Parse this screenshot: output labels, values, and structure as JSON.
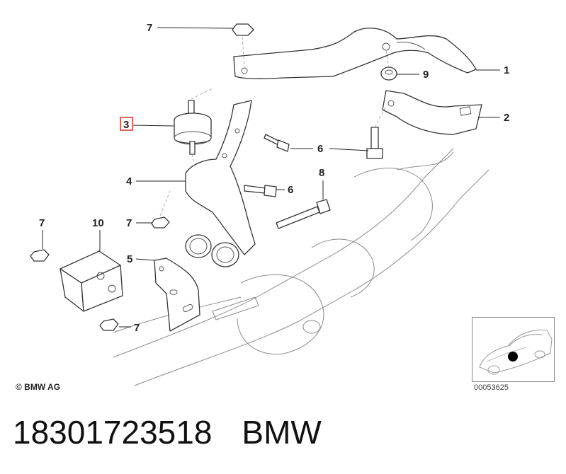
{
  "diagram": {
    "callouts": [
      {
        "id": "c7a",
        "text": "7"
      },
      {
        "id": "c1",
        "text": "1"
      },
      {
        "id": "c9",
        "text": "9"
      },
      {
        "id": "c2",
        "text": "2"
      },
      {
        "id": "c3",
        "text": "3",
        "highlighted": true
      },
      {
        "id": "c6a",
        "text": "6"
      },
      {
        "id": "c4",
        "text": "4"
      },
      {
        "id": "c8",
        "text": "8"
      },
      {
        "id": "c6b",
        "text": "6"
      },
      {
        "id": "c7b",
        "text": "7"
      },
      {
        "id": "c10",
        "text": "10"
      },
      {
        "id": "c7c",
        "text": "7"
      },
      {
        "id": "c5",
        "text": "5"
      },
      {
        "id": "c7d",
        "text": "7"
      }
    ],
    "highlight_color": "#d0312d",
    "copyright": "© BMW AG",
    "reference_code": "00053625"
  },
  "footer": {
    "part_number": "18301723518",
    "brand": "BMW"
  }
}
